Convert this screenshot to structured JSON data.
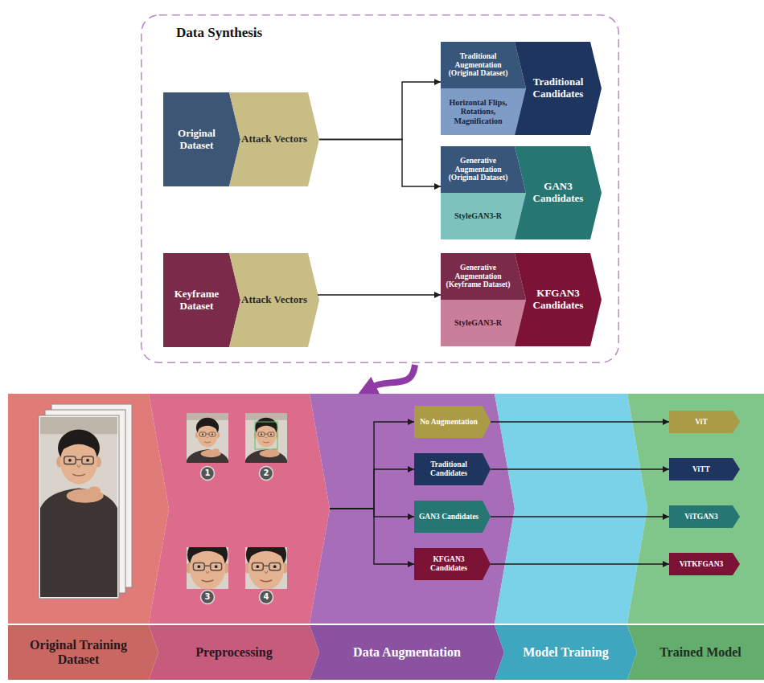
{
  "diagram": {
    "nodes": [
      {
        "text": [
          "Data Synthesis"
        ]
      },
      {
        "text": [
          "Original Dataset"
        ],
        "in": 0
      },
      {
        "text": [
          "Attack Vectors"
        ],
        "in": 0
      },
      {
        "text": [
          "Traditional Augmentation (Original Dataset)"
        ],
        "in": 0
      },
      {
        "text": [
          "Horizontal Flips, Rotations, Magnification"
        ],
        "in": 0
      },
      {
        "text": [
          "Traditional Candidates"
        ],
        "in": 0
      },
      {
        "text": [
          "Generative Augmentation (Original Dataset)"
        ],
        "in": 0
      },
      {
        "text": [
          "StyleGAN3-R"
        ],
        "in": 0
      },
      {
        "text": [
          "GAN3 Candidates"
        ],
        "in": 0
      },
      {
        "text": [
          "Keyframe Dataset"
        ],
        "in": 0
      },
      {
        "text": [
          "Attack Vectors"
        ],
        "in": 0
      },
      {
        "text": [
          "Generative Augmentation (Keyframe Dataset)"
        ],
        "in": 0
      },
      {
        "text": [
          "StyleGAN3-R"
        ],
        "in": 0
      },
      {
        "text": [
          "KFGAN3 Candidates"
        ],
        "in": 0
      },
      {
        "text": [
          "Original Training Dataset"
        ]
      },
      {
        "text": [
          "Preprocessing"
        ]
      },
      {
        "text": [
          "Data Augmentation"
        ]
      },
      {
        "text": [
          "Model Training"
        ]
      },
      {
        "text": [
          "Trained Model"
        ]
      },
      {
        "text": [
          "No Augmentation"
        ],
        "in": 16
      },
      {
        "text": [
          "Traditional Candidates"
        ],
        "in": 16
      },
      {
        "text": [
          "GAN3 Candidates"
        ],
        "in": 16
      },
      {
        "text": [
          "KFGAN3 Candidates"
        ],
        "in": 16
      },
      {
        "text": [
          "ViT"
        ],
        "in": 18
      },
      {
        "text": [
          "ViTT"
        ],
        "in": 18
      },
      {
        "text": [
          "ViTGAN3"
        ],
        "in": 18
      },
      {
        "text": [
          "ViTKFGAN3"
        ],
        "in": 18
      }
    ],
    "edges": [
      {
        "from": 2,
        "to": 3,
        "arrow": "to"
      },
      {
        "from": 2,
        "to": 6,
        "arrow": "to"
      },
      {
        "from": 10,
        "to": 11,
        "arrow": "to"
      },
      {
        "from": 0,
        "to": 16,
        "arrow": "to"
      },
      {
        "from": 15,
        "to": 19,
        "arrow": "to"
      },
      {
        "from": 15,
        "to": 20,
        "arrow": "to"
      },
      {
        "from": 15,
        "to": 21,
        "arrow": "to"
      },
      {
        "from": 15,
        "to": 22,
        "arrow": "to"
      },
      {
        "from": 19,
        "to": 23,
        "arrow": "to"
      },
      {
        "from": 20,
        "to": 24,
        "arrow": "to"
      },
      {
        "from": 21,
        "to": 25,
        "arrow": "to"
      },
      {
        "from": 22,
        "to": 26,
        "arrow": "to"
      }
    ],
    "labels": [
      "1",
      "2",
      "3",
      "4"
    ]
  }
}
